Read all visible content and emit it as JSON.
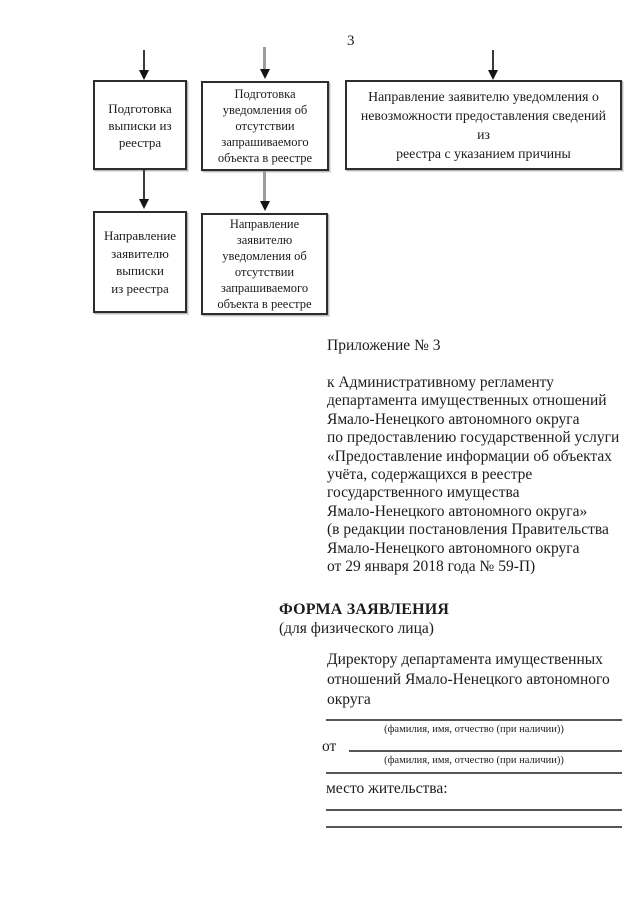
{
  "page": {
    "number": "3",
    "background_color": "#ffffff",
    "text_color": "#1c1c1c"
  },
  "flowchart": {
    "boxes": {
      "prep_extract": {
        "lines": [
          "Подготовка",
          "выписки из",
          "реестра"
        ]
      },
      "prep_notice": {
        "lines": [
          "Подготовка",
          "уведомления об",
          "отсутствии",
          "запрашиваемого",
          "объекта в реестре"
        ]
      },
      "send_refusal": {
        "lines": [
          "Направление заявителю уведомления о",
          "невозможности предоставления сведений из",
          "реестра с указанием причины"
        ]
      },
      "send_extract": {
        "lines": [
          "Направление",
          "заявителю",
          "выписки",
          "из реестра"
        ]
      },
      "send_notice": {
        "lines": [
          "Направление",
          "заявителю",
          "уведомления об",
          "отсутствии",
          "запрашиваемого",
          "объекта в реестре"
        ]
      }
    }
  },
  "appendix": {
    "title": "Приложение № 3",
    "lines": [
      "к Административному регламенту",
      "департамента имущественных отношений",
      "Ямало-Ненецкого автономного округа",
      "по предоставлению государственной услуги",
      "«Предоставление информации об объектах",
      "учёта, содержащихся в реестре",
      "государственного имущества",
      "Ямало-Ненецкого автономного округа»",
      "(в редакции постановления Правительства",
      "Ямало-Ненецкого автономного округа",
      "от 29 января 2018 года № 59-П)"
    ]
  },
  "form": {
    "heading": "ФОРМА ЗАЯВЛЕНИЯ",
    "subheading": "(для физического лица)",
    "addressee_lines": [
      "Директору департамента имущественных",
      "отношений Ямало-Ненецкого автономного",
      "округа"
    ],
    "name_caption_top": "(фамилия, имя, отчество (при наличии))",
    "from_label": "от",
    "name_caption_bottom": "(фамилия, имя, отчество (при наличии))",
    "residence_label": "место жительства:"
  }
}
